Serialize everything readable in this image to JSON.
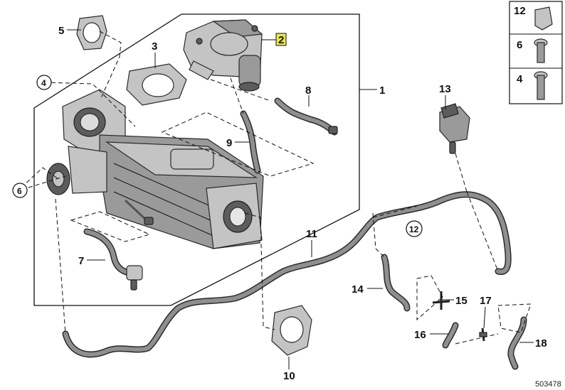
{
  "callouts": {
    "c1": "1",
    "c2": "2",
    "c3": "3",
    "c4": "4",
    "c5": "5",
    "c6": "6",
    "c7": "7",
    "c8": "8",
    "c9": "9",
    "c10": "10",
    "c11": "11",
    "c12": "12",
    "c13": "13",
    "c14": "14",
    "c15": "15",
    "c16": "16",
    "c17": "17",
    "c18": "18"
  },
  "legend": {
    "row1": "12",
    "row2": "6",
    "row3": "4"
  },
  "diagram_id": "503478",
  "colors": {
    "highlight": "#e8e84a",
    "part": "#9a9a9a",
    "outline": "#2a2a2a"
  }
}
